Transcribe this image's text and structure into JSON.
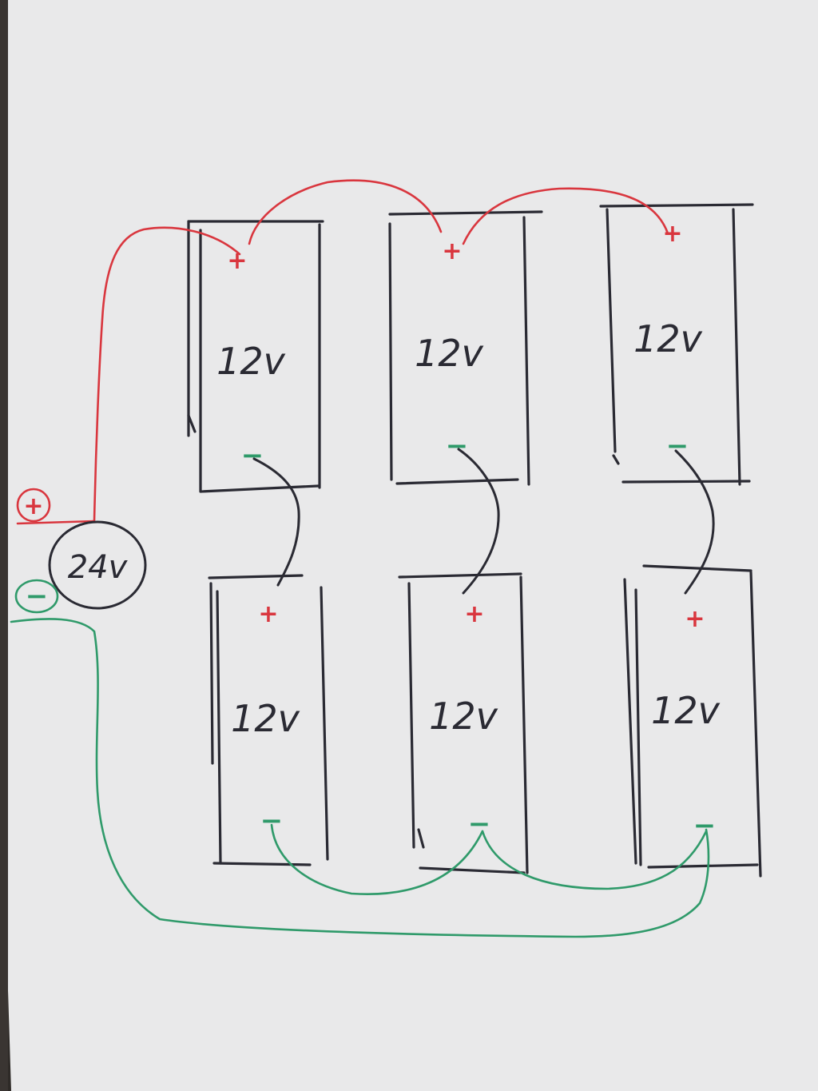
{
  "diagram": {
    "colors": {
      "paper": "#e9e9ea",
      "ink": "#2a2a33",
      "positive": "#d9363e",
      "negative": "#2f9a6a"
    },
    "output": {
      "label": "24v",
      "positive_symbol": "+",
      "negative_symbol": "−"
    },
    "batteries": [
      {
        "id": "top-left",
        "voltage": "12v",
        "plus": "+",
        "minus": "−"
      },
      {
        "id": "top-middle",
        "voltage": "12v",
        "plus": "+",
        "minus": "−"
      },
      {
        "id": "top-right",
        "voltage": "12v",
        "plus": "+",
        "minus": "−"
      },
      {
        "id": "bottom-left",
        "voltage": "12v",
        "plus": "+",
        "minus": "−"
      },
      {
        "id": "bottom-middle",
        "voltage": "12v",
        "plus": "+",
        "minus": "−"
      },
      {
        "id": "bottom-right",
        "voltage": "12v",
        "plus": "+",
        "minus": "−"
      }
    ]
  }
}
